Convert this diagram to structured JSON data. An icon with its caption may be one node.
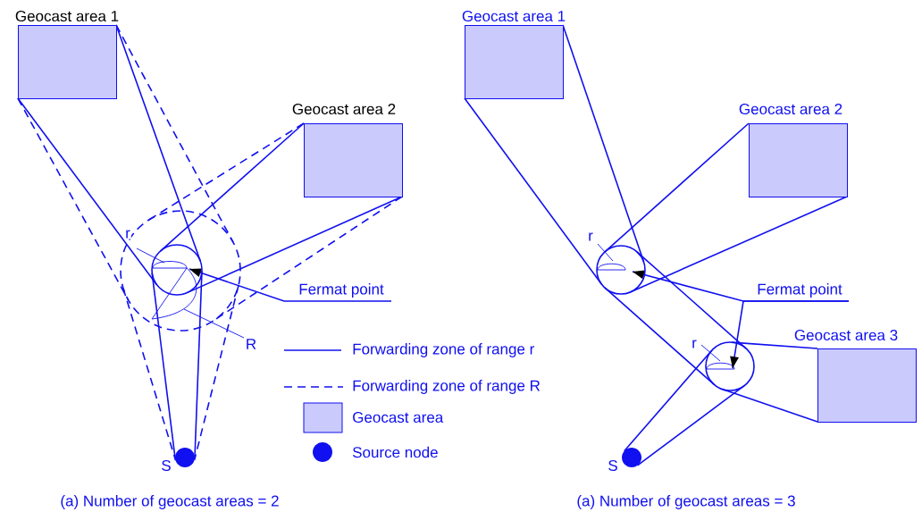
{
  "diagram": {
    "nodes": [
      {
        "text": [
          "Geocast area 1"
        ]
      },
      {
        "text": [
          "Geocast area 2"
        ]
      },
      {
        "text": [],
        "shape": "circle",
        "in": 3
      },
      {
        "text": [],
        "shape": "circle"
      },
      {
        "text": [
          "r"
        ]
      },
      {
        "text": [
          "R"
        ]
      },
      {
        "text": [
          "Fermat point"
        ]
      },
      {
        "text": [],
        "shape": "circle",
        "beside": [
          "S"
        ]
      },
      {
        "text": [
          "Geocast area 1"
        ]
      },
      {
        "text": [
          "Geocast area 2"
        ]
      },
      {
        "text": [],
        "shape": "circle"
      },
      {
        "text": [
          "r"
        ]
      },
      {
        "text": [
          "Fermat point"
        ]
      },
      {
        "text": [
          "Geocast area 3"
        ]
      },
      {
        "text": [
          "r"
        ]
      },
      {
        "text": [],
        "shape": "circle"
      },
      {
        "text": [],
        "shape": "circle",
        "beside": [
          "S"
        ]
      }
    ],
    "edges": [
      {
        "from": 0,
        "to": 2,
        "arrow": "none"
      },
      {
        "from": 0,
        "to": 2,
        "arrow": "none"
      },
      {
        "from": 1,
        "to": 2,
        "arrow": "none"
      },
      {
        "from": 1,
        "to": 2,
        "arrow": "none"
      },
      {
        "from": 2,
        "to": 7,
        "arrow": "none"
      },
      {
        "from": 2,
        "to": 7,
        "arrow": "none"
      },
      {
        "from": 0,
        "to": 3,
        "arrow": "none",
        "style": "dashed"
      },
      {
        "from": 0,
        "to": 3,
        "arrow": "none",
        "style": "dashed"
      },
      {
        "from": 1,
        "to": 3,
        "arrow": "none",
        "style": "dashed"
      },
      {
        "from": 1,
        "to": 3,
        "arrow": "none",
        "style": "dashed"
      },
      {
        "from": 3,
        "to": 7,
        "arrow": "none",
        "style": "dashed"
      },
      {
        "from": 3,
        "to": 7,
        "arrow": "none",
        "style": "dashed"
      },
      {
        "from": 4,
        "to": 2,
        "arrow": "none"
      },
      {
        "from": 5,
        "to": 3,
        "arrow": "none"
      },
      {
        "from": 6,
        "to": 2,
        "arrow": "to"
      },
      {
        "from": 8,
        "to": 10,
        "arrow": "none"
      },
      {
        "from": 8,
        "to": 10,
        "arrow": "none"
      },
      {
        "from": 9,
        "to": 10,
        "arrow": "none"
      },
      {
        "from": 9,
        "to": 10,
        "arrow": "none"
      },
      {
        "from": 10,
        "to": 15,
        "arrow": "none"
      },
      {
        "from": 10,
        "to": 15,
        "arrow": "none"
      },
      {
        "from": 15,
        "to": 13,
        "arrow": "none"
      },
      {
        "from": 15,
        "to": 13,
        "arrow": "none"
      },
      {
        "from": 15,
        "to": 16,
        "arrow": "none"
      },
      {
        "from": 15,
        "to": 16,
        "arrow": "none"
      },
      {
        "from": 11,
        "to": 10,
        "arrow": "none"
      },
      {
        "from": 14,
        "to": 15,
        "arrow": "none"
      },
      {
        "from": 12,
        "to": 10,
        "arrow": "to"
      },
      {
        "from": 12,
        "to": 15,
        "arrow": "to"
      }
    ],
    "labels": [
      "(a) Number of geocast areas = 2",
      "(a) Number of geocast areas = 3"
    ],
    "legend": [
      {
        "text": "Forwarding zone of range r"
      },
      {
        "text": "Forwarding zone of range R"
      },
      {
        "text": "Geocast area"
      },
      {
        "text": "Source node"
      }
    ]
  }
}
